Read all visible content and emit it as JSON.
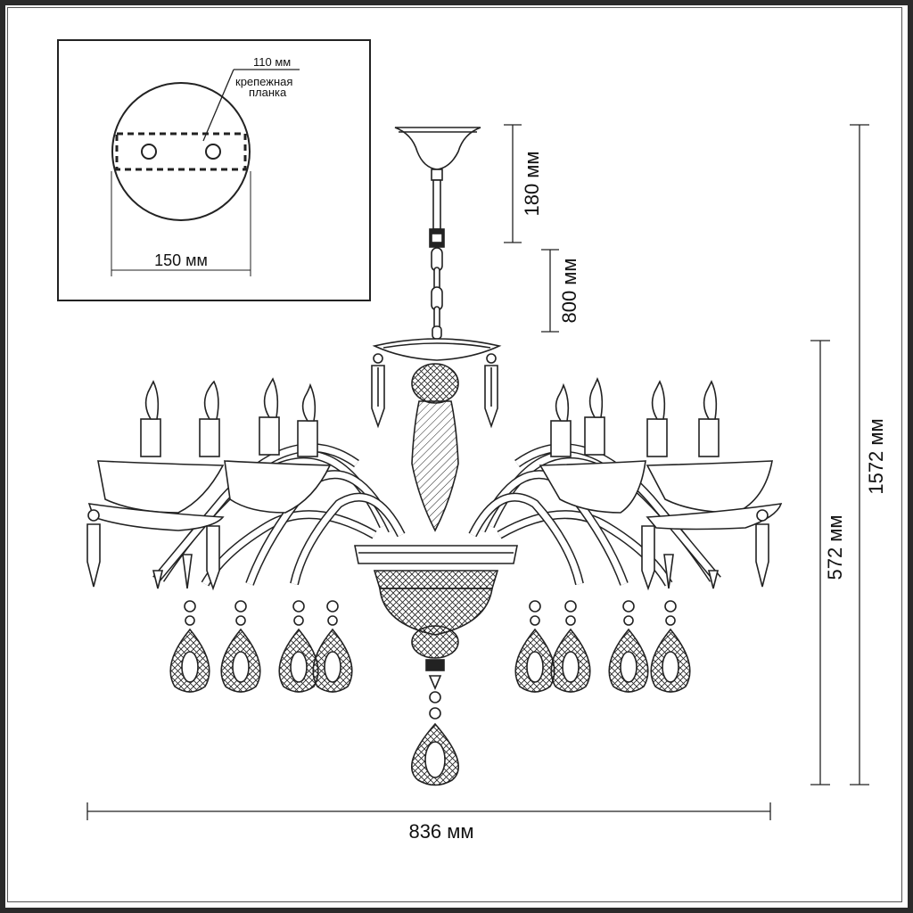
{
  "inset": {
    "plate_diameter_label": "150 мм",
    "bracket_length_label": "110 мм",
    "bracket_name_line1": "крепежная",
    "bracket_name_line2": "планка"
  },
  "dimensions": {
    "canopy_height_label": "180 мм",
    "chain_length_label": "800 мм",
    "body_height_label": "572 мм",
    "total_height_label": "1572 мм",
    "width_label": "836 мм"
  },
  "chandelier": {
    "arms_per_side": 4,
    "candles_per_side": 4
  }
}
